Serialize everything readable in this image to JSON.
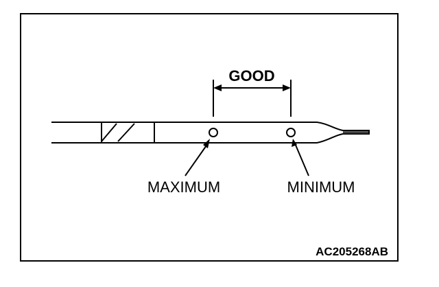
{
  "diagram": {
    "range_label": "GOOD",
    "max_label": "MAXIMUM",
    "min_label": "MINIMUM",
    "figure_code": "AC205268AB"
  },
  "colors": {
    "ink": "#000000",
    "paper": "#ffffff"
  }
}
